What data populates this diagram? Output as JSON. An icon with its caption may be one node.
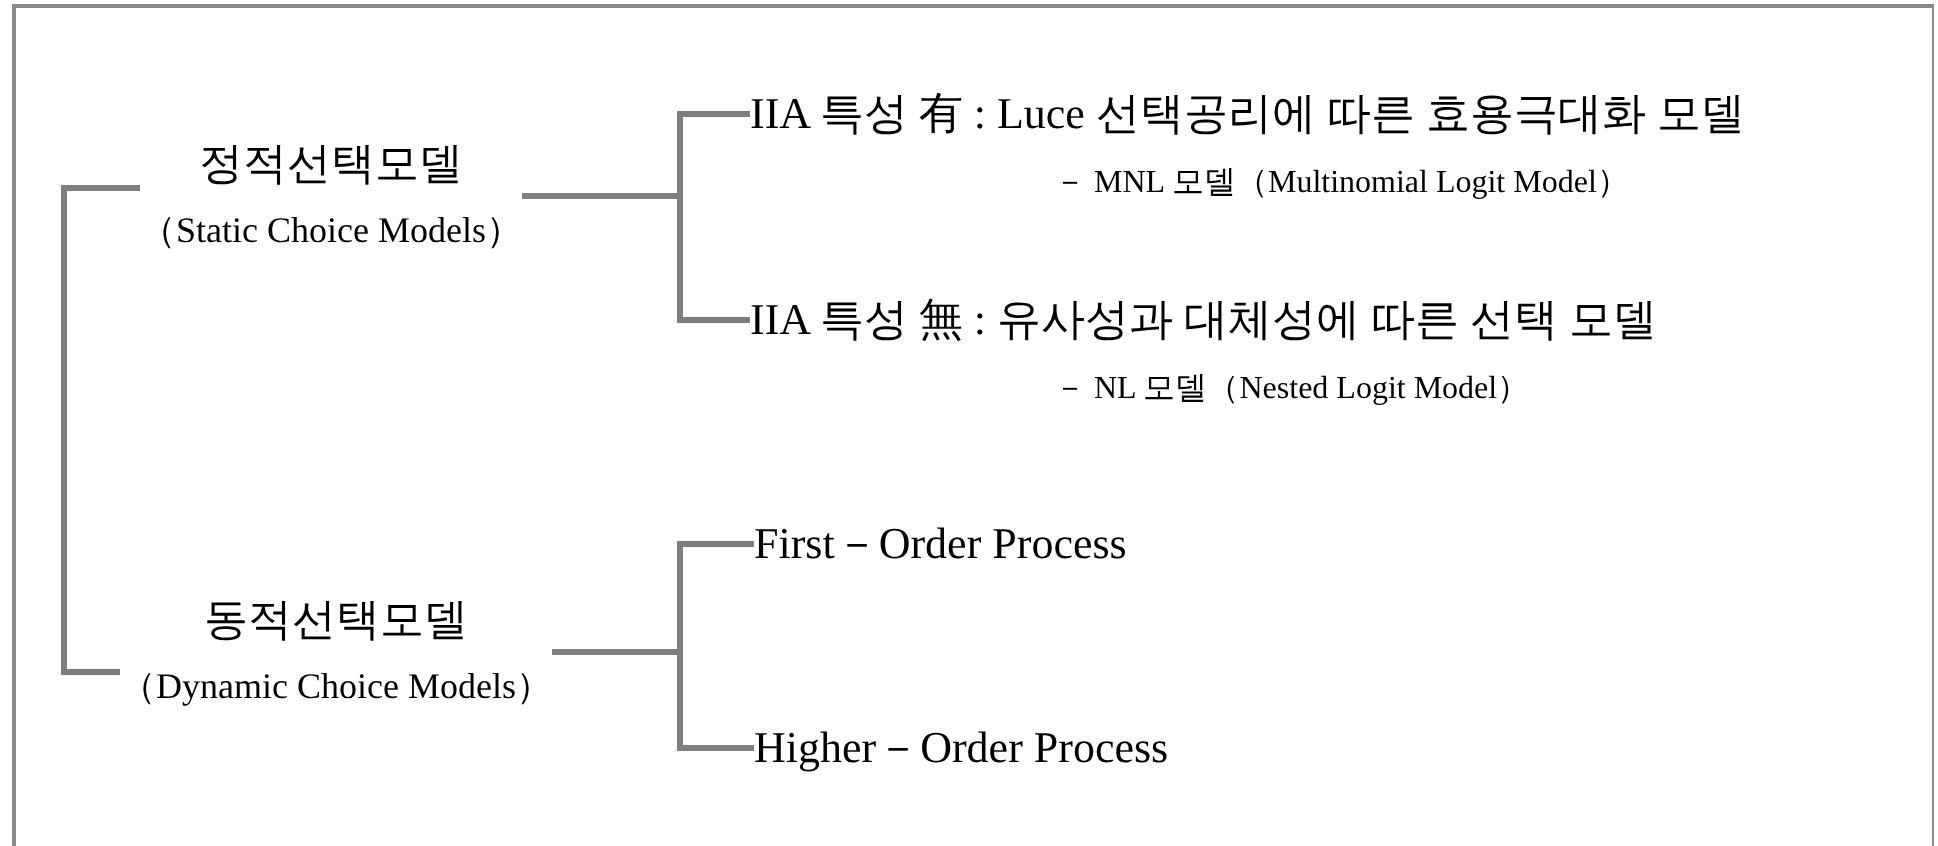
{
  "diagram": {
    "nodes": [
      {
        "text": [
          "정적선택모델",
          "（Static Choice Models）"
        ]
      },
      {
        "text": [
          "동적선택모델",
          "（Dynamic Choice Models）"
        ]
      },
      {
        "text": [
          "IIA 특성 有 : Luce 선택공리에 따른 효용극대화 모델",
          "－ MNL 모델（Multinomial Logit Model）"
        ]
      },
      {
        "text": [
          "IIA 특성 無 :  유사성과 대체성에 따른 선택 모델",
          "－ NL 모델（Nested Logit Model）"
        ]
      },
      {
        "text": [
          "First－Order Process"
        ]
      },
      {
        "text": [
          "Higher－Order Process"
        ]
      }
    ],
    "edges": [
      {
        "from": 0,
        "to": 1,
        "arrow": "none"
      },
      {
        "from": 0,
        "to": 2,
        "arrow": "none"
      },
      {
        "from": 0,
        "to": 3,
        "arrow": "none"
      },
      {
        "from": 1,
        "to": 4,
        "arrow": "none"
      },
      {
        "from": 1,
        "to": 5,
        "arrow": "none"
      }
    ]
  }
}
